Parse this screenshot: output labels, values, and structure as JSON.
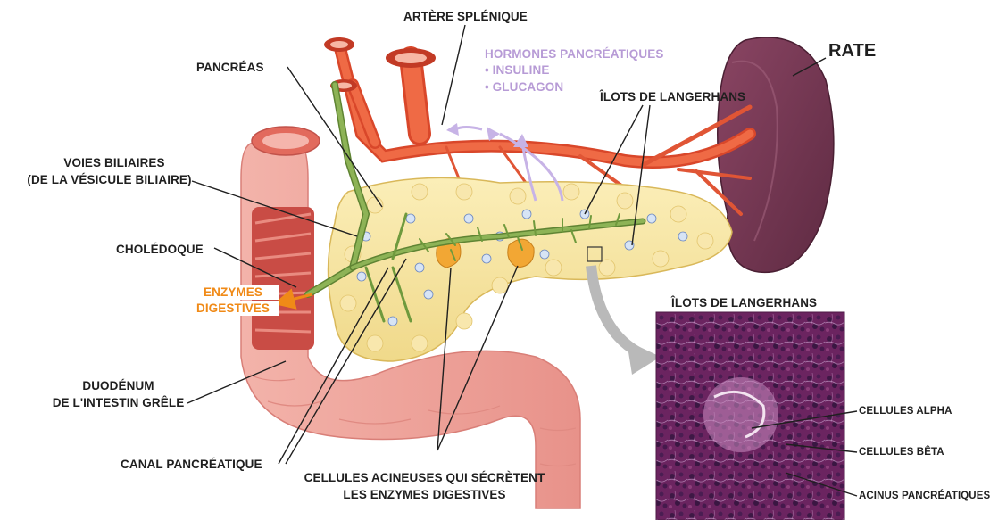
{
  "labels": {
    "artere_splenique": "ARTÈRE SPLÉNIQUE",
    "hormones_title": "HORMONES PANCRÉATIQUES",
    "hormones_insuline": "• INSULINE",
    "hormones_glucagon": "• GLUCAGON",
    "rate": "RATE",
    "pancreas": "PANCRÉAS",
    "ilots_top": "ÎLOTS DE LANGERHANS",
    "voies_biliaires_1": "VOIES BILIAIRES",
    "voies_biliaires_2": "(DE LA VÉSICULE BILIAIRE)",
    "choledoque": "CHOLÉDOQUE",
    "enzymes_1": "ENZYMES",
    "enzymes_2": "DIGESTIVES",
    "duodenum_1": "DUODÉNUM",
    "duodenum_2": "DE L'INTESTIN GRÊLE",
    "canal_pancreatique": "CANAL PANCRÉATIQUE",
    "cellules_acineuses_1": "CELLULES ACINEUSES QUI SÉCRÈTENT",
    "cellules_acineuses_2": "LES ENZYMES DIGESTIVES",
    "ilots_micro": "ÎLOTS DE LANGERHANS",
    "cellules_alpha": "CELLULES ALPHA",
    "cellules_beta": "CELLULES BÊTA",
    "acinus": "ACINUS PANCRÉATIQUES"
  },
  "colors": {
    "pancreas": "#f7e3a0",
    "artery": "#e8552f",
    "duct": "#7fa34a",
    "spleen": "#7a3b55",
    "duodenum": "#f1a8a0",
    "hormone_arrow": "#c7b3e6",
    "enzyme": "#f08a17",
    "histology": "#7a2f6a"
  }
}
